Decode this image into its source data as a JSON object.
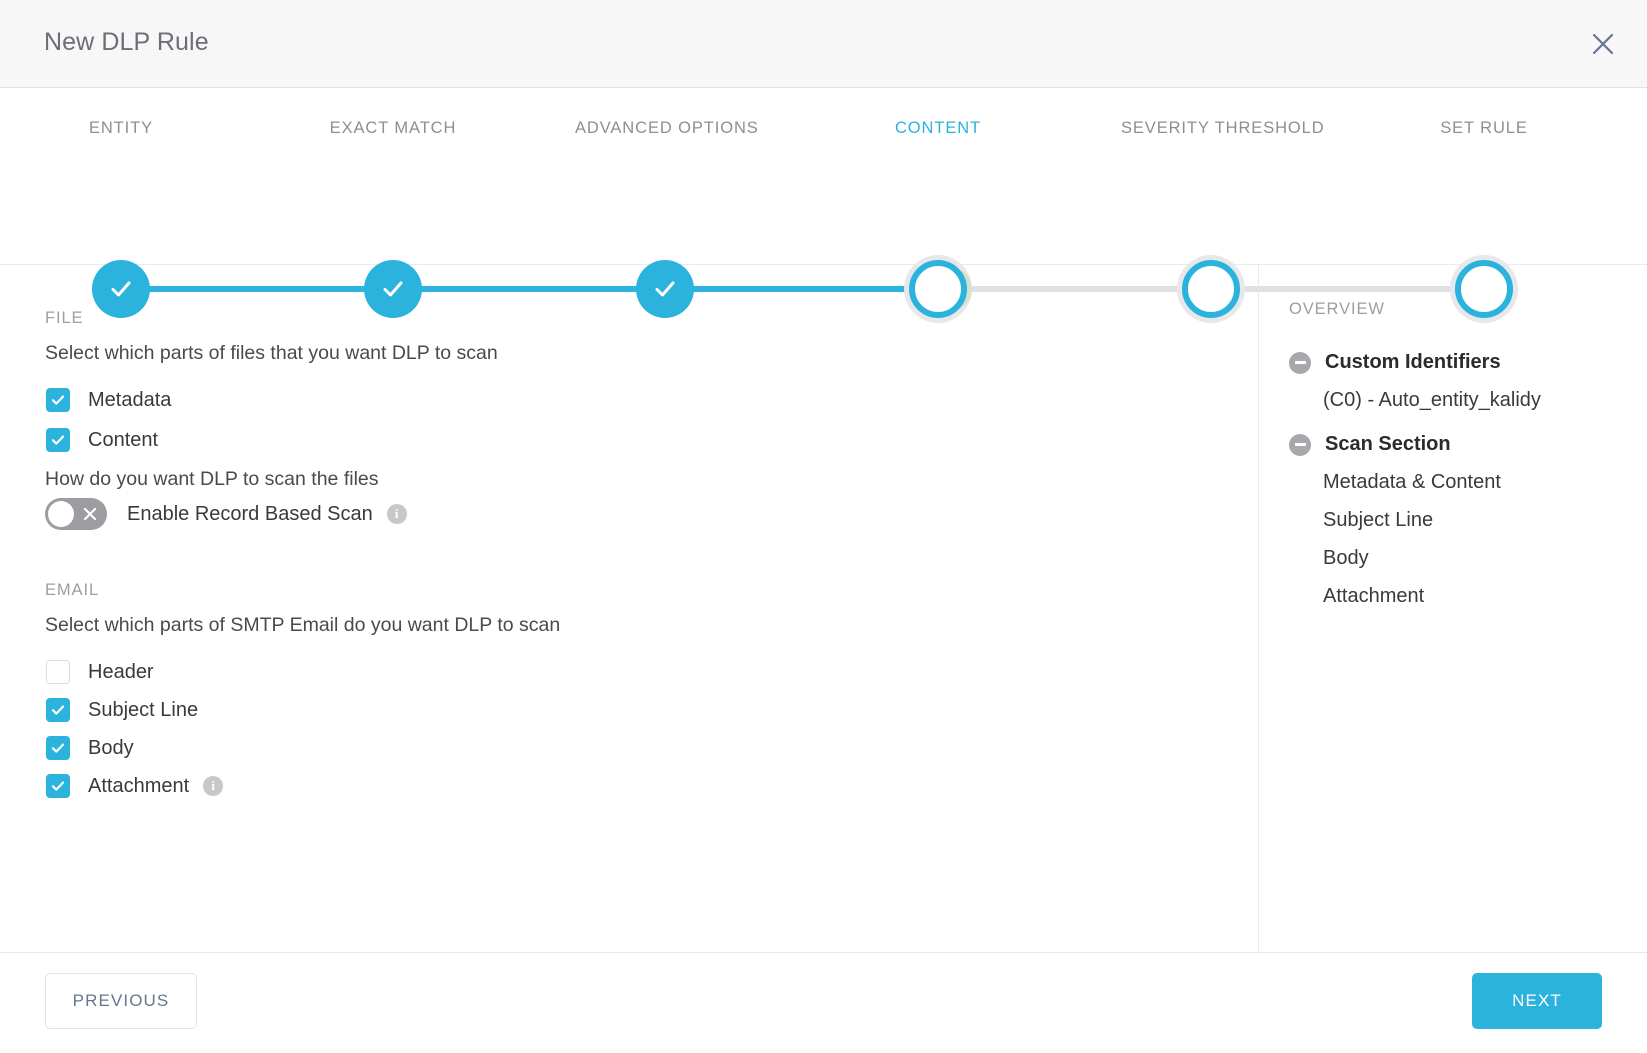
{
  "header": {
    "title": "New DLP Rule",
    "close_icon": "close-icon"
  },
  "stepper": {
    "steps": [
      {
        "label": "ENTITY",
        "state": "done"
      },
      {
        "label": "EXACT MATCH",
        "state": "done"
      },
      {
        "label": "ADVANCED OPTIONS",
        "state": "done"
      },
      {
        "label": "CONTENT",
        "state": "current"
      },
      {
        "label": "SEVERITY THRESHOLD",
        "state": "pending"
      },
      {
        "label": "SET RULE",
        "state": "pending"
      }
    ],
    "active_color": "#2bb3de",
    "inactive_color": "#e0e0e2",
    "badge_color": "#8cc96f"
  },
  "file_section": {
    "heading": "FILE",
    "prompt": "Select which parts of files that you want DLP to scan",
    "options": [
      {
        "label": "Metadata",
        "checked": true
      },
      {
        "label": "Content",
        "checked": true
      }
    ],
    "scan_prompt": "How do you want DLP to scan the files",
    "toggle": {
      "label": "Enable Record Based Scan",
      "enabled": false,
      "info_icon": "info-icon"
    }
  },
  "email_section": {
    "heading": "EMAIL",
    "prompt": "Select which parts of SMTP Email do you want DLP to scan",
    "options": [
      {
        "label": "Header",
        "checked": false,
        "info": false
      },
      {
        "label": "Subject Line",
        "checked": true,
        "info": false
      },
      {
        "label": "Body",
        "checked": true,
        "info": false
      },
      {
        "label": "Attachment",
        "checked": true,
        "info": true
      }
    ]
  },
  "overview": {
    "heading": "OVERVIEW",
    "groups": [
      {
        "label": "Custom Identifiers",
        "items": [
          "(C0) - Auto_entity_kalidy"
        ]
      },
      {
        "label": "Scan Section",
        "items": [
          "Metadata & Content",
          "Subject Line",
          "Body",
          "Attachment"
        ]
      }
    ]
  },
  "footer": {
    "previous_label": "PREVIOUS",
    "next_label": "NEXT"
  }
}
